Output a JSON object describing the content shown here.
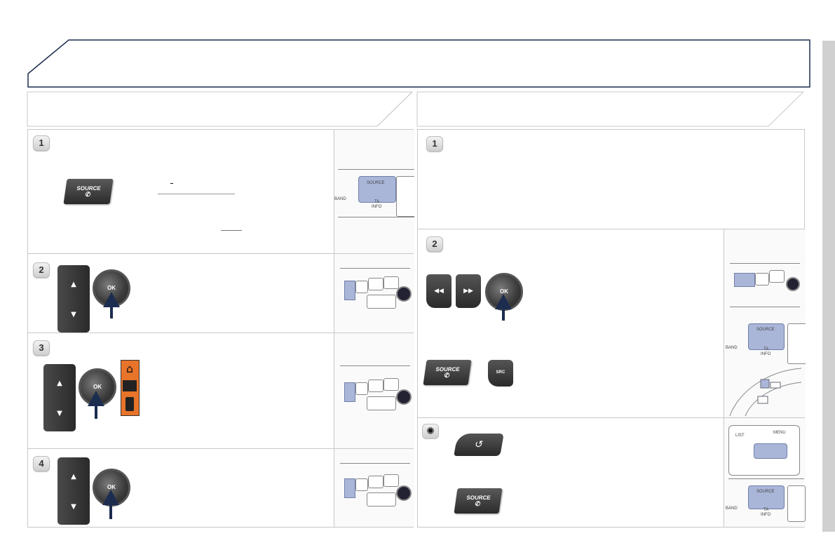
{
  "left_steps": {
    "step1_number": "1",
    "step2_number": "2",
    "step3_number": "3",
    "step4_number": "4"
  },
  "right_steps": {
    "step1_number": "1",
    "step2_number": "2"
  },
  "buttons": {
    "source_label": "SOURCE",
    "ok_label": "OK",
    "src_label": "SRC",
    "list_label": "LIST",
    "menu_label": "MENU"
  },
  "panel_labels": {
    "band_label": "BAND",
    "ta_label": "TA",
    "info_label": "INFO"
  },
  "colors": {
    "header_border": "#1c2d4f",
    "highlight": "#aab6d8",
    "accent_orange": "#e8742a"
  }
}
